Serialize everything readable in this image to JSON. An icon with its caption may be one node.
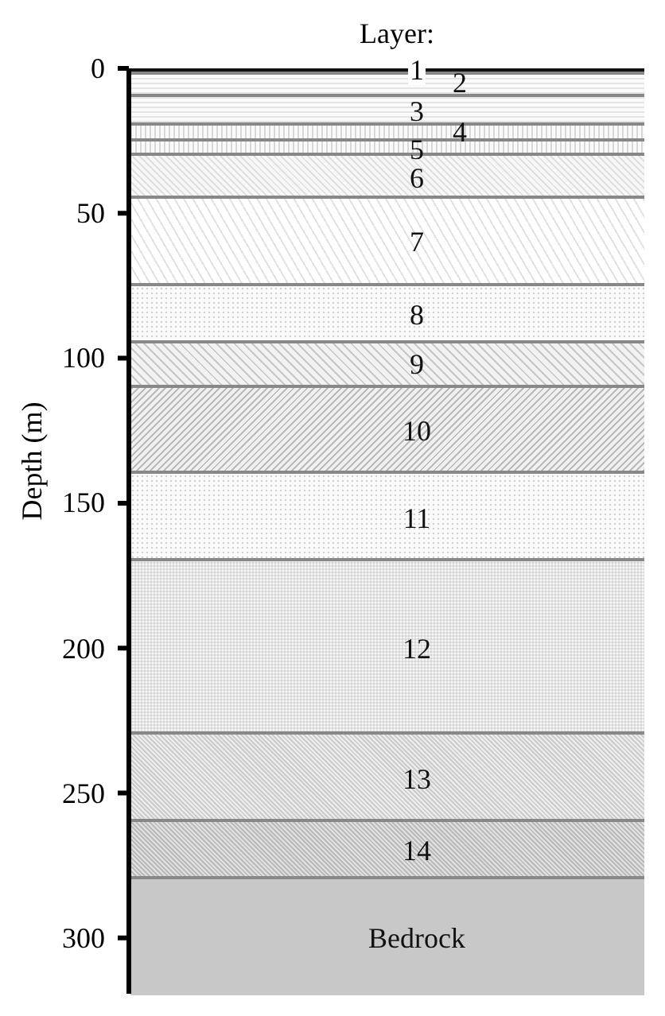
{
  "diagram": {
    "nodes": [
      {
        "text": [
          "1"
        ]
      },
      {
        "text": [
          "2"
        ]
      },
      {
        "text": [
          "3"
        ]
      },
      {
        "text": [
          "4"
        ]
      },
      {
        "text": [
          "5"
        ]
      },
      {
        "text": [
          "6"
        ]
      },
      {
        "text": [
          "7"
        ]
      },
      {
        "text": [
          "8"
        ]
      },
      {
        "text": [
          "9"
        ]
      },
      {
        "text": [
          "10"
        ]
      },
      {
        "text": [
          "11"
        ]
      },
      {
        "text": [
          "12"
        ]
      },
      {
        "text": [
          "13"
        ]
      },
      {
        "text": [
          "14"
        ]
      },
      {
        "text": [
          "Bedrock"
        ]
      }
    ],
    "edges": [],
    "labels": [
      "Layer:",
      "0",
      "50",
      "100",
      "150",
      "200",
      "250",
      "300",
      "Depth (m)"
    ]
  }
}
